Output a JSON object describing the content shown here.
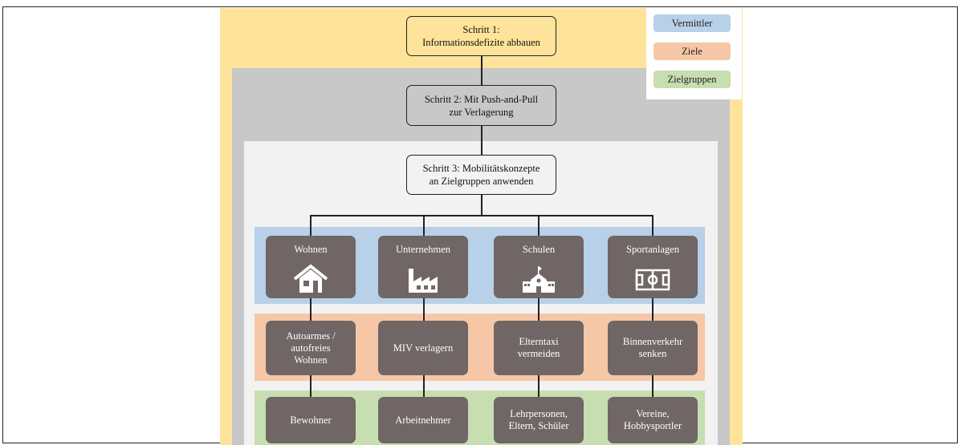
{
  "steps": {
    "step1": "Schritt 1:\nInformationsdefizite abbauen",
    "step2": "Schritt 2: Mit Push-and-Pull\nzur Verlagerung",
    "step3": "Schritt 3: Mobilitätskonzepte\nan Zielgruppen anwenden"
  },
  "legend": {
    "items": [
      {
        "label": "Vermittler",
        "color": "#b8d0e8"
      },
      {
        "label": "Ziele",
        "color": "#f6c7a6"
      },
      {
        "label": "Zielgruppen",
        "color": "#c6deb0"
      }
    ]
  },
  "columns": [
    {
      "category": "Wohnen",
      "icon": "house-icon",
      "goal": "Autoarmes /\nautofreies\nWohnen",
      "target": "Bewohner"
    },
    {
      "category": "Unternehmen",
      "icon": "factory-icon",
      "goal": "MIV verlagern",
      "target": "Arbeitnehmer"
    },
    {
      "category": "Schulen",
      "icon": "school-icon",
      "goal": "Elterntaxi\nvermeiden",
      "target": "Lehrpersonen,\nEltern, Schüler"
    },
    {
      "category": "Sportanlagen",
      "icon": "sports-field-icon",
      "goal": "Binnenverkehr\nsenken",
      "target": "Vereine,\nHobbysportler"
    }
  ],
  "colors": {
    "node": "#6f6665",
    "step1": "#fde49a",
    "step2": "#c8c8c8",
    "step3": "#f2f2f2"
  }
}
